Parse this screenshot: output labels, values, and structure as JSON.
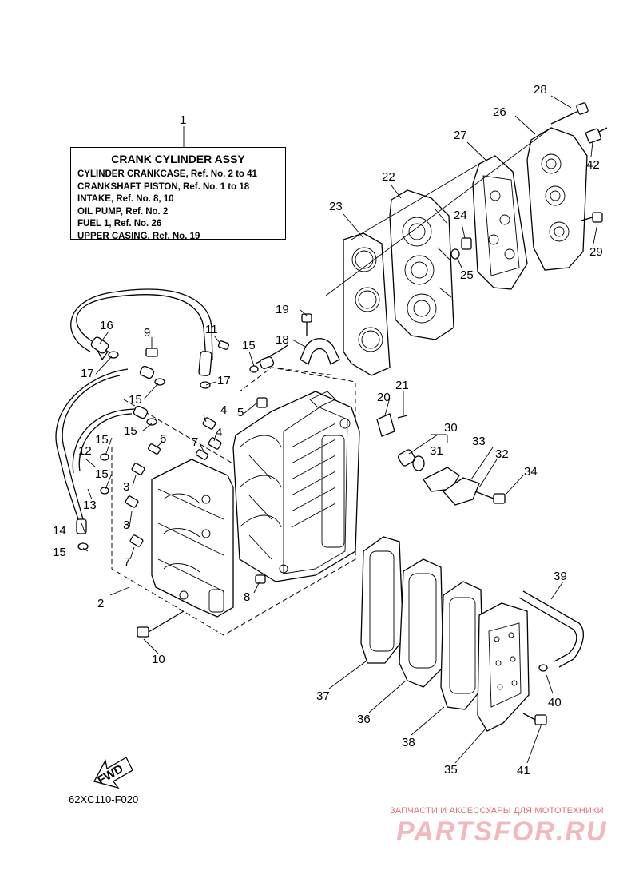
{
  "assembly_box": {
    "title": "CRANK  CYLINDER  ASSY",
    "lines": [
      "CYLINDER  CRANKCASE,  Ref.  No.  2  to  41",
      "CRANKSHAFT  PISTON,   Ref.  No.  1  to  18",
      "INTAKE,   Ref.  No.  8,  10",
      "OIL  PUMP,   Ref.  No.  2",
      "FUEL  1,   Ref.  No.  26",
      "UPPER  CASING,   Ref.  No.  19"
    ]
  },
  "callouts": [
    "1",
    "2",
    "3",
    "3",
    "4",
    "4",
    "5",
    "6",
    "7",
    "7",
    "8",
    "9",
    "10",
    "11",
    "12",
    "13",
    "14",
    "15",
    "15",
    "15",
    "15",
    "15",
    "15",
    "16",
    "17",
    "17",
    "18",
    "19",
    "20",
    "21",
    "22",
    "23",
    "24",
    "25",
    "26",
    "27",
    "28",
    "29",
    "30",
    "31",
    "32",
    "33",
    "34",
    "35",
    "36",
    "37",
    "38",
    "39",
    "40",
    "41",
    "42"
  ],
  "fwd_label": "FWD",
  "figure_code": "62XC110-F020",
  "watermark": {
    "subtitle": "ЗАПЧАСТИ И АКСЕССУАРЫ ДЛЯ МОТОТЕХНИКИ",
    "logo_text": "PARTSFOR.RU"
  }
}
